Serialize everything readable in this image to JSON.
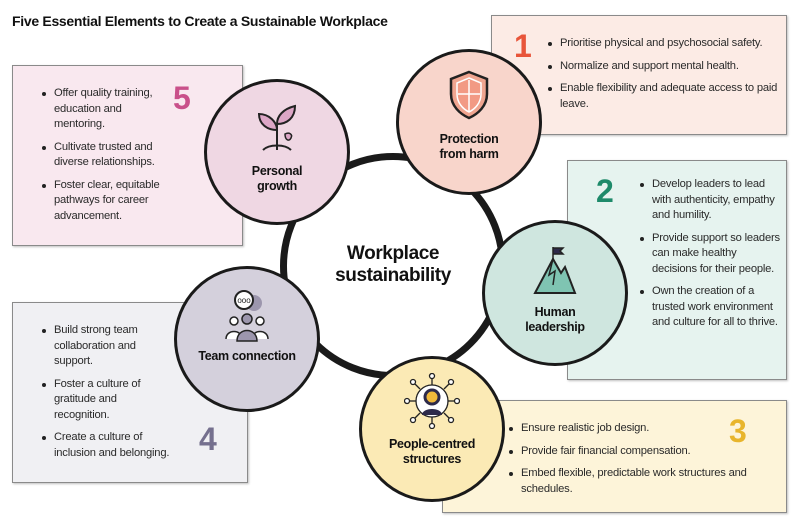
{
  "title": "Five Essential Elements to Create a Sustainable Workplace",
  "center": {
    "line1": "Workplace",
    "line2": "sustainability"
  },
  "elements": [
    {
      "number": "1",
      "label1": "Protection",
      "label2": "from harm",
      "icon": "shield-icon",
      "color": "#e8553a",
      "bullets": [
        "Prioritise physical and psychosocial safety.",
        "Normalize and support mental health.",
        "Enable flexibility and adequate access to paid leave."
      ]
    },
    {
      "number": "2",
      "label1": "Human",
      "label2": "leadership",
      "icon": "mountain-flag-icon",
      "color": "#1e8a6a",
      "bullets": [
        "Develop leaders to lead with authenticity, empathy and humility.",
        "Provide support so leaders can make healthy decisions for their people.",
        "Own the creation of a trusted work environment and culture for all to thrive."
      ]
    },
    {
      "number": "3",
      "label1": "People-centred",
      "label2": "structures",
      "icon": "person-network-icon",
      "color": "#e8b52c",
      "bullets": [
        "Ensure realistic job design.",
        "Provide fair financial compensation.",
        "Embed flexible, predictable work structures and schedules."
      ]
    },
    {
      "number": "4",
      "label1": "Team connection",
      "label2": "",
      "icon": "team-chat-icon",
      "color": "#75708e",
      "bullets": [
        "Build strong team collaboration and support.",
        "Foster a culture of gratitude and recognition.",
        "Create a culture of inclusion and belonging."
      ]
    },
    {
      "number": "5",
      "label1": "Personal",
      "label2": "growth",
      "icon": "sprout-icon",
      "color": "#c9508a",
      "bullets": [
        "Offer quality training, education and mentoring.",
        "Cultivate trusted and diverse relationships.",
        "Foster clear, equitable pathways for career advancement."
      ]
    }
  ]
}
